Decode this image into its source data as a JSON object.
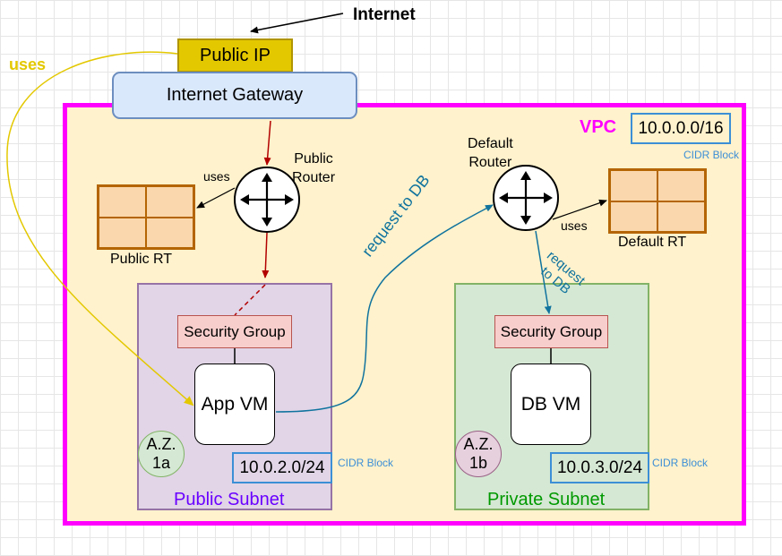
{
  "internet_label": "Internet",
  "public_ip": "Public IP",
  "internet_gateway": "Internet Gateway",
  "uses_yellow": "uses",
  "vpc": {
    "label": "VPC",
    "cidr": "10.0.0.0/16",
    "cidr_caption": "CIDR Block"
  },
  "public_router": {
    "line1": "Public",
    "line2": "Router",
    "uses": "uses"
  },
  "default_router": {
    "line1": "Default",
    "line2": "Router",
    "uses": "uses"
  },
  "public_rt": "Public RT",
  "default_rt": "Default RT",
  "request_to_db_long": "request to DB",
  "request_to_db_short": {
    "line1": "request",
    "line2": "to DB"
  },
  "public_subnet": {
    "label": "Public Subnet",
    "security_group": "Security Group",
    "vm": "App VM",
    "az_line1": "A.Z.",
    "az_line2": "1a",
    "cidr": "10.0.2.0/24",
    "cidr_caption": "CIDR Block"
  },
  "private_subnet": {
    "label": "Private Subnet",
    "security_group": "Security Group",
    "vm": "DB VM",
    "az_line1": "A.Z.",
    "az_line2": "1b",
    "cidr": "10.0.3.0/24",
    "cidr_caption": "CIDR Block"
  },
  "colors": {
    "vpc_border": "#ff00ff",
    "vpc_fill": "#fff2cc",
    "internet_arrow": "#b20000",
    "request_arrow": "#10739e",
    "uses_curve": "#e3c800",
    "public_subnet_text": "#6a00ff",
    "private_subnet_text": "#009900",
    "az_1a": "#d5e8d4",
    "az_1b": "#e6d0de"
  }
}
